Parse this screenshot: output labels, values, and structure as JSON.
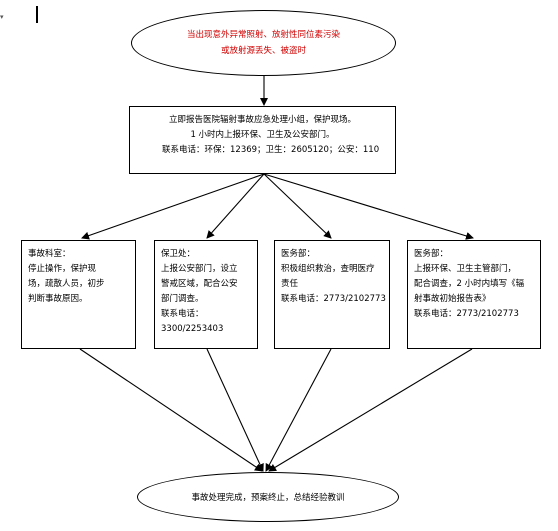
{
  "top_event": {
    "line1": "当出现意外异常照射、放射性同位素污染",
    "line2": "或放射源丢失、被盗时"
  },
  "main_box": {
    "line1": "立即报告医院辐射事故应急处理小组，保护现场。",
    "line2": "1 小时内上报环保、卫生及公安部门。",
    "contact": "联系电话：环保：12369；卫生：2605120；公安：110"
  },
  "columns": [
    {
      "title": "事故科室：",
      "lines": [
        "停止操作，保护现",
        "场，疏散人员，初步",
        "判断事故原因。"
      ]
    },
    {
      "title": "保卫处：",
      "lines": [
        "上报公安部门，设立",
        "警戒区域，配合公安",
        "部门调查。",
        "联系电话：",
        "3300/2253403"
      ]
    },
    {
      "title": "医务部：",
      "lines": [
        "积极组织救治，查明医疗",
        "责任",
        "联系电话：2773/2102773"
      ]
    },
    {
      "title": "医务部：",
      "lines": [
        "上报环保、卫生主管部门，",
        "配合调查，2 小时内填写《辐",
        "射事故初始报告表》",
        "联系电话：2773/2102773"
      ]
    }
  ],
  "end_event": {
    "text": "事故处理完成，预案终止，总结经验教训"
  },
  "colors": {
    "alert_text": "#d00000",
    "stroke": "#000000"
  }
}
